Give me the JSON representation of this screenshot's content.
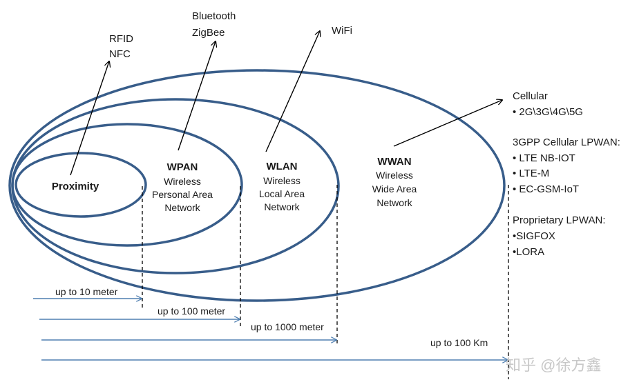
{
  "colors": {
    "ring": "#385d8a",
    "range_arrow": "#4f7fb0",
    "text": "#1a1a1a",
    "watermark": "#c8c8c8"
  },
  "networks": {
    "proximity": {
      "title": "Proximity"
    },
    "wpan": {
      "title": "WPAN",
      "line1": "Wireless",
      "line2": "Personal Area",
      "line3": "Network"
    },
    "wlan": {
      "title": "WLAN",
      "line1": "Wireless",
      "line2": "Local Area",
      "line3": "Network"
    },
    "wwan": {
      "title": "WWAN",
      "line1": "Wireless",
      "line2": "Wide Area",
      "line3": "Network"
    }
  },
  "technologies": {
    "rfid_nfc": [
      "RFID",
      "NFC"
    ],
    "bluetooth_zigbee": [
      "Bluetooth",
      "ZigBee"
    ],
    "wifi": "WiFi"
  },
  "wwan_tech": {
    "cellular_heading": "Cellular",
    "cellular_items": [
      "• 2G\\3G\\4G\\5G"
    ],
    "lpwan_3gpp_heading": "3GPP Cellular LPWAN:",
    "lpwan_3gpp_items": [
      "• LTE NB-IOT",
      "• LTE-M",
      "• EC-GSM-IoT"
    ],
    "proprietary_heading": "Proprietary LPWAN:",
    "proprietary_items": [
      "•SIGFOX",
      "•LORA"
    ]
  },
  "ranges": [
    "up to 10 meter",
    "up to 100 meter",
    "up to 1000 meter",
    "up to 100 Km"
  ],
  "watermark": "知乎 @徐方鑫"
}
